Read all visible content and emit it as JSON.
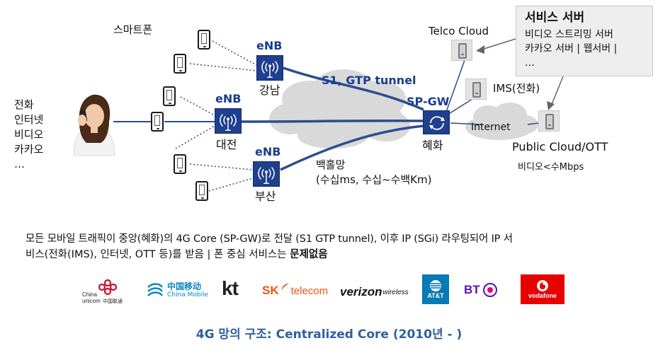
{
  "left_labels": {
    "smartphone": "스마트폰",
    "services": [
      "전화",
      "인터넷",
      "비디오",
      "카카오",
      "…"
    ]
  },
  "enb_nodes": [
    {
      "tag": "eNB",
      "name": "강남"
    },
    {
      "tag": "eNB",
      "name": "대전"
    },
    {
      "tag": "eNB",
      "name": "부산"
    }
  ],
  "core": {
    "tunnel_label": "S1, GTP tunnel",
    "sgw_tag": "SP-GW",
    "sgw_name": "혜화",
    "backhaul_line1": "백홀망",
    "backhaul_line2": "(수십ms, 수십~수백Km)"
  },
  "right": {
    "telco_cloud": "Telco Cloud",
    "ims": "IMS(전화)",
    "internet": "Internet",
    "public_cloud": "Public Cloud/OTT",
    "public_cloud_note": "비디오<수Mbps"
  },
  "service_box": {
    "title": "서비스 서버",
    "line1": "비디오 스트리밍 서버",
    "line2": "카카오 서버 | 웹서버 |",
    "line3": "…"
  },
  "description": {
    "line1": "모든 모바일 트래픽이 중앙(혜화)의 4G Core (SP-GW)로 전달 (S1 GTP tunnel), 이후 IP (SGi) 라우팅되어 IP 서",
    "line2_prefix": "비스(전화(IMS), 인터넷, OTT 등)를 받음 | 폰 중심 서비스는 ",
    "line2_bold": "문제없음"
  },
  "logos": {
    "china_unicom_en": "China",
    "china_unicom_en2": "unicom",
    "china_unicom_cn": "中国联通",
    "china_mobile_cn": "中国移动",
    "china_mobile_en": "China Mobile",
    "kt": "kt",
    "sk_prefix": "SK",
    "sk_suffix": "telecom",
    "verizon": "verizon",
    "verizon_suffix": "wireless",
    "att": "AT&T",
    "bt": "BT",
    "vodafone": "vodafone"
  },
  "footer": {
    "title": "4G 망의 구조: Centralized Core (2010년 - )"
  },
  "colors": {
    "link_blue": "#2b4d8f",
    "node_blue": "#1f3f8f",
    "cloud_gray": "#d9d9d9",
    "footer_blue": "#2f5f9e",
    "china_unicom_red": "#c8102e",
    "china_mobile_teal": "#0a86c7",
    "sk_orange": "#ea5513",
    "verizon_red": "#cd040b",
    "att_blue": "#067ab4",
    "bt_purple": "#5514b4",
    "vodafone_red": "#e60000"
  }
}
